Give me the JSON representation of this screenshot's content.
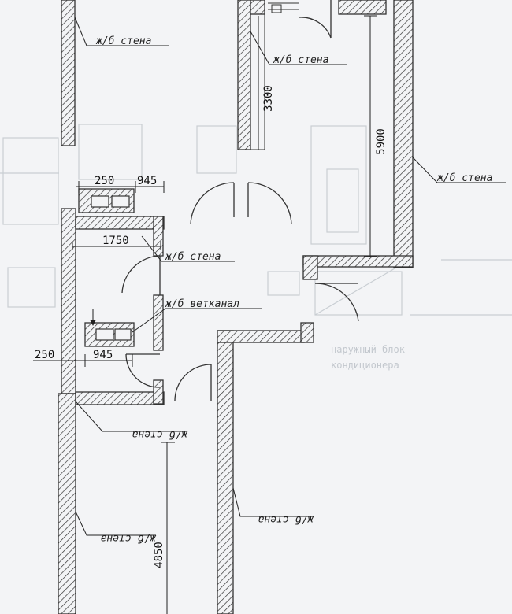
{
  "plan": {
    "colors": {
      "paper": "#f3f4f6",
      "ink": "#333333",
      "faint": "#c9ced3"
    },
    "labels": {
      "wall_1": "ж/б стена",
      "wall_2": "ж/б стена",
      "wall_3": "ж/б стена",
      "wall_4": "ж/б стена",
      "vent_channel": "ж/б ветканал",
      "wall_5_mirrored": "ж/б стена",
      "wall_6_mirrored": "ж/б стена",
      "wall_7_mirrored": "ж/б стена"
    },
    "dimensions": {
      "d_3300": "3300",
      "d_5900": "5900",
      "d_250_top": "250",
      "d_945_top": "945",
      "d_1750": "1750",
      "d_250_bottom": "250",
      "d_945_bottom": "945",
      "d_4850": "4850"
    },
    "background_faint": {
      "label_1": "наружный блок",
      "label_2": "кондиционера"
    }
  }
}
